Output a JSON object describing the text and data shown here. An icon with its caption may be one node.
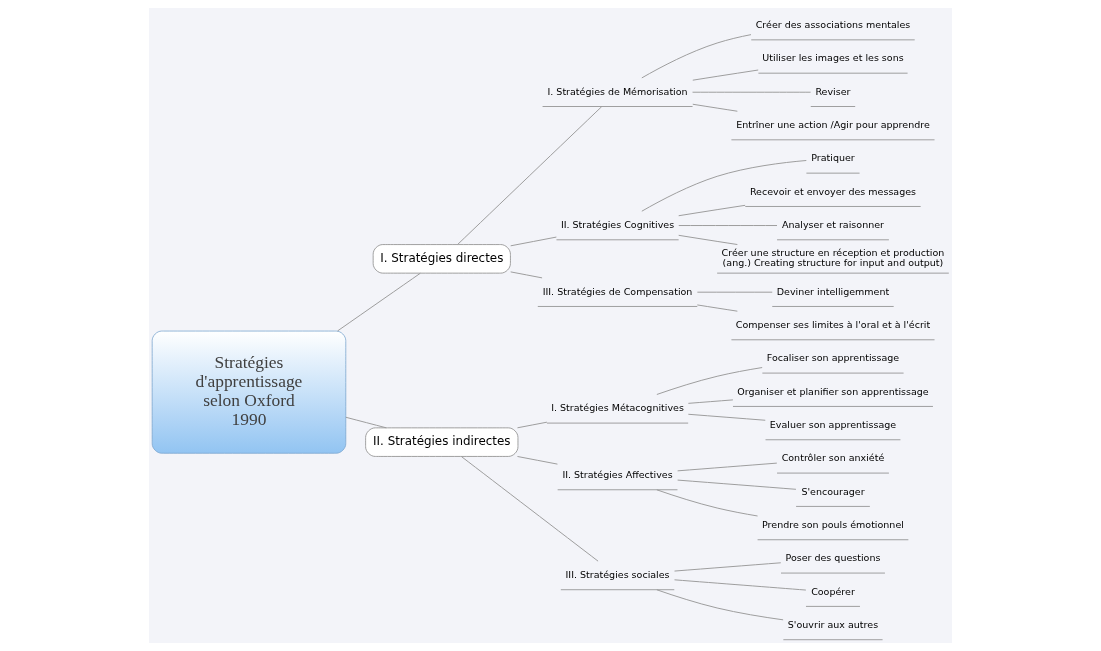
{
  "diagram": {
    "nodes": [
      {
        "text": [
          "Stratégies d'apprentissage selon Oxford 1990"
        ]
      },
      {
        "text": [
          "I. Stratégies directes"
        ]
      },
      {
        "text": [
          "I. Stratégies de Mémorisation"
        ]
      },
      {
        "text": [
          "Créer des associations mentales"
        ]
      },
      {
        "text": [
          "Utiliser les images et les sons"
        ]
      },
      {
        "text": [
          "Reviser"
        ]
      },
      {
        "text": [
          "Entrîner une action /Agir pour apprendre"
        ]
      },
      {
        "text": [
          "II. Stratégies Cognitives"
        ]
      },
      {
        "text": [
          "Pratiquer"
        ]
      },
      {
        "text": [
          "Recevoir et envoyer des messages"
        ]
      },
      {
        "text": [
          "Analyser et raisonner"
        ]
      },
      {
        "text": [
          "Créer une structure en réception et production (ang.) Creating structure for input and output)"
        ]
      },
      {
        "text": [
          "III. Stratégies de Compensation"
        ]
      },
      {
        "text": [
          "Deviner intelligemment"
        ]
      },
      {
        "text": [
          "Compenser ses limites à l'oral et à l'écrit"
        ]
      },
      {
        "text": [
          "II. Stratégies indirectes"
        ]
      },
      {
        "text": [
          "I. Stratégies Métacognitives"
        ]
      },
      {
        "text": [
          "Focaliser son apprentissage"
        ]
      },
      {
        "text": [
          "Organiser et planifier son apprentissage"
        ]
      },
      {
        "text": [
          "Evaluer son apprentissage"
        ]
      },
      {
        "text": [
          "II. Stratégies Affectives"
        ]
      },
      {
        "text": [
          "Contrôler son anxiété"
        ]
      },
      {
        "text": [
          "S'encourager"
        ]
      },
      {
        "text": [
          "Prendre son pouls émotionnel"
        ]
      },
      {
        "text": [
          "III. Stratégies sociales"
        ]
      },
      {
        "text": [
          "Poser des questions"
        ]
      },
      {
        "text": [
          "Coopérer"
        ]
      },
      {
        "text": [
          "S'ouvrir aux autres"
        ]
      }
    ],
    "edges": [
      {
        "from": 0,
        "to": 1,
        "arrow": "none"
      },
      {
        "from": 1,
        "to": 2,
        "arrow": "none"
      },
      {
        "from": 2,
        "to": 3,
        "arrow": "none"
      },
      {
        "from": 2,
        "to": 4,
        "arrow": "none"
      },
      {
        "from": 2,
        "to": 5,
        "arrow": "none"
      },
      {
        "from": 2,
        "to": 6,
        "arrow": "none"
      },
      {
        "from": 1,
        "to": 7,
        "arrow": "none"
      },
      {
        "from": 7,
        "to": 8,
        "arrow": "none"
      },
      {
        "from": 7,
        "to": 9,
        "arrow": "none"
      },
      {
        "from": 7,
        "to": 10,
        "arrow": "none"
      },
      {
        "from": 7,
        "to": 11,
        "arrow": "none"
      },
      {
        "from": 1,
        "to": 12,
        "arrow": "none"
      },
      {
        "from": 12,
        "to": 13,
        "arrow": "none"
      },
      {
        "from": 12,
        "to": 14,
        "arrow": "none"
      },
      {
        "from": 0,
        "to": 15,
        "arrow": "none"
      },
      {
        "from": 15,
        "to": 16,
        "arrow": "none"
      },
      {
        "from": 16,
        "to": 17,
        "arrow": "none"
      },
      {
        "from": 16,
        "to": 18,
        "arrow": "none"
      },
      {
        "from": 16,
        "to": 19,
        "arrow": "none"
      },
      {
        "from": 15,
        "to": 20,
        "arrow": "none"
      },
      {
        "from": 20,
        "to": 21,
        "arrow": "none"
      },
      {
        "from": 20,
        "to": 22,
        "arrow": "none"
      },
      {
        "from": 20,
        "to": 23,
        "arrow": "none"
      },
      {
        "from": 15,
        "to": 24,
        "arrow": "none"
      },
      {
        "from": 24,
        "to": 25,
        "arrow": "none"
      },
      {
        "from": 24,
        "to": 26,
        "arrow": "none"
      },
      {
        "from": 24,
        "to": 27,
        "arrow": "none"
      }
    ]
  }
}
